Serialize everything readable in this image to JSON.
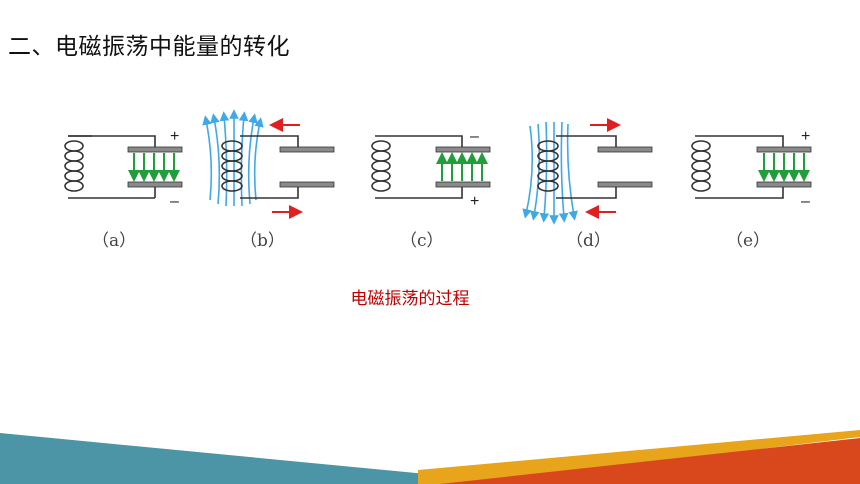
{
  "slide": {
    "title": "二、电磁振荡中能量的转化",
    "caption": "电磁振荡的过程"
  },
  "panels": [
    {
      "label": "（a）",
      "signs": [
        "+",
        "–"
      ]
    },
    {
      "label": "（b）",
      "signs": []
    },
    {
      "label": "（c）",
      "signs": [
        "–",
        "+"
      ]
    },
    {
      "label": "（d）",
      "signs": []
    },
    {
      "label": "（e）",
      "signs": [
        "+",
        "–"
      ]
    }
  ],
  "colors": {
    "electric_field": "#1f9e3a",
    "magnetic_field": "#3fa9e6",
    "current_arrow": "#e02020",
    "caption": "#c00000",
    "footer_teal": "#4b95a6",
    "footer_orange": "#d9481c",
    "footer_gold": "#e8a41a"
  }
}
